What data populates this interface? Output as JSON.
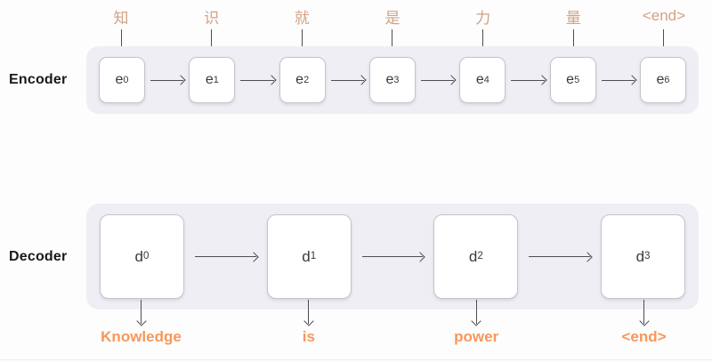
{
  "colors": {
    "input_label": "#d2a283",
    "output_label": "#f8975a",
    "band_background": "#efeef4",
    "cell_border": "#c5c4cb",
    "arrow": "#4d4d52",
    "section_label": "#19191b"
  },
  "encoder": {
    "label": "Encoder",
    "inputs": [
      "知",
      "识",
      "就",
      "是",
      "力",
      "量",
      "<end>"
    ],
    "cells": [
      {
        "base": "e",
        "sub": "0"
      },
      {
        "base": "e",
        "sub": "1"
      },
      {
        "base": "e",
        "sub": "2"
      },
      {
        "base": "e",
        "sub": "3"
      },
      {
        "base": "e",
        "sub": "4"
      },
      {
        "base": "e",
        "sub": "5"
      },
      {
        "base": "e",
        "sub": "6"
      }
    ]
  },
  "decoder": {
    "label": "Decoder",
    "cells": [
      {
        "base": "d",
        "sub": "0"
      },
      {
        "base": "d",
        "sub": "1"
      },
      {
        "base": "d",
        "sub": "2"
      },
      {
        "base": "d",
        "sub": "3"
      }
    ],
    "outputs": [
      "Knowledge",
      "is",
      "power",
      "<end>"
    ]
  }
}
